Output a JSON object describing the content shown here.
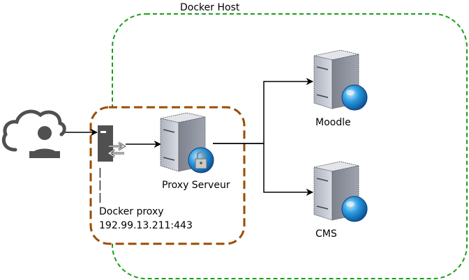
{
  "labels": {
    "docker_host": "Docker Host",
    "moodle": "Moodle",
    "cms": "CMS",
    "proxy_server": "Proxy Serveur",
    "pipe": "|",
    "docker_proxy": "Docker proxy",
    "docker_proxy_ip": "192.99.13.211:443"
  },
  "icons": {
    "client": "cloud-user-icon",
    "proxy_device": "proxy-device-icon",
    "proxy_server": "server-lock-icon",
    "moodle_server": "server-globe-icon",
    "cms_server": "server-globe-icon"
  },
  "colors": {
    "docker_host_border": "#1a9e1a",
    "proxy_border": "#994c00",
    "icon_gray": "#505050",
    "server_light": "#c8ccd6",
    "server_dark": "#8e939f",
    "globe_blue": "#1e8fd6",
    "edge": "#000000"
  }
}
